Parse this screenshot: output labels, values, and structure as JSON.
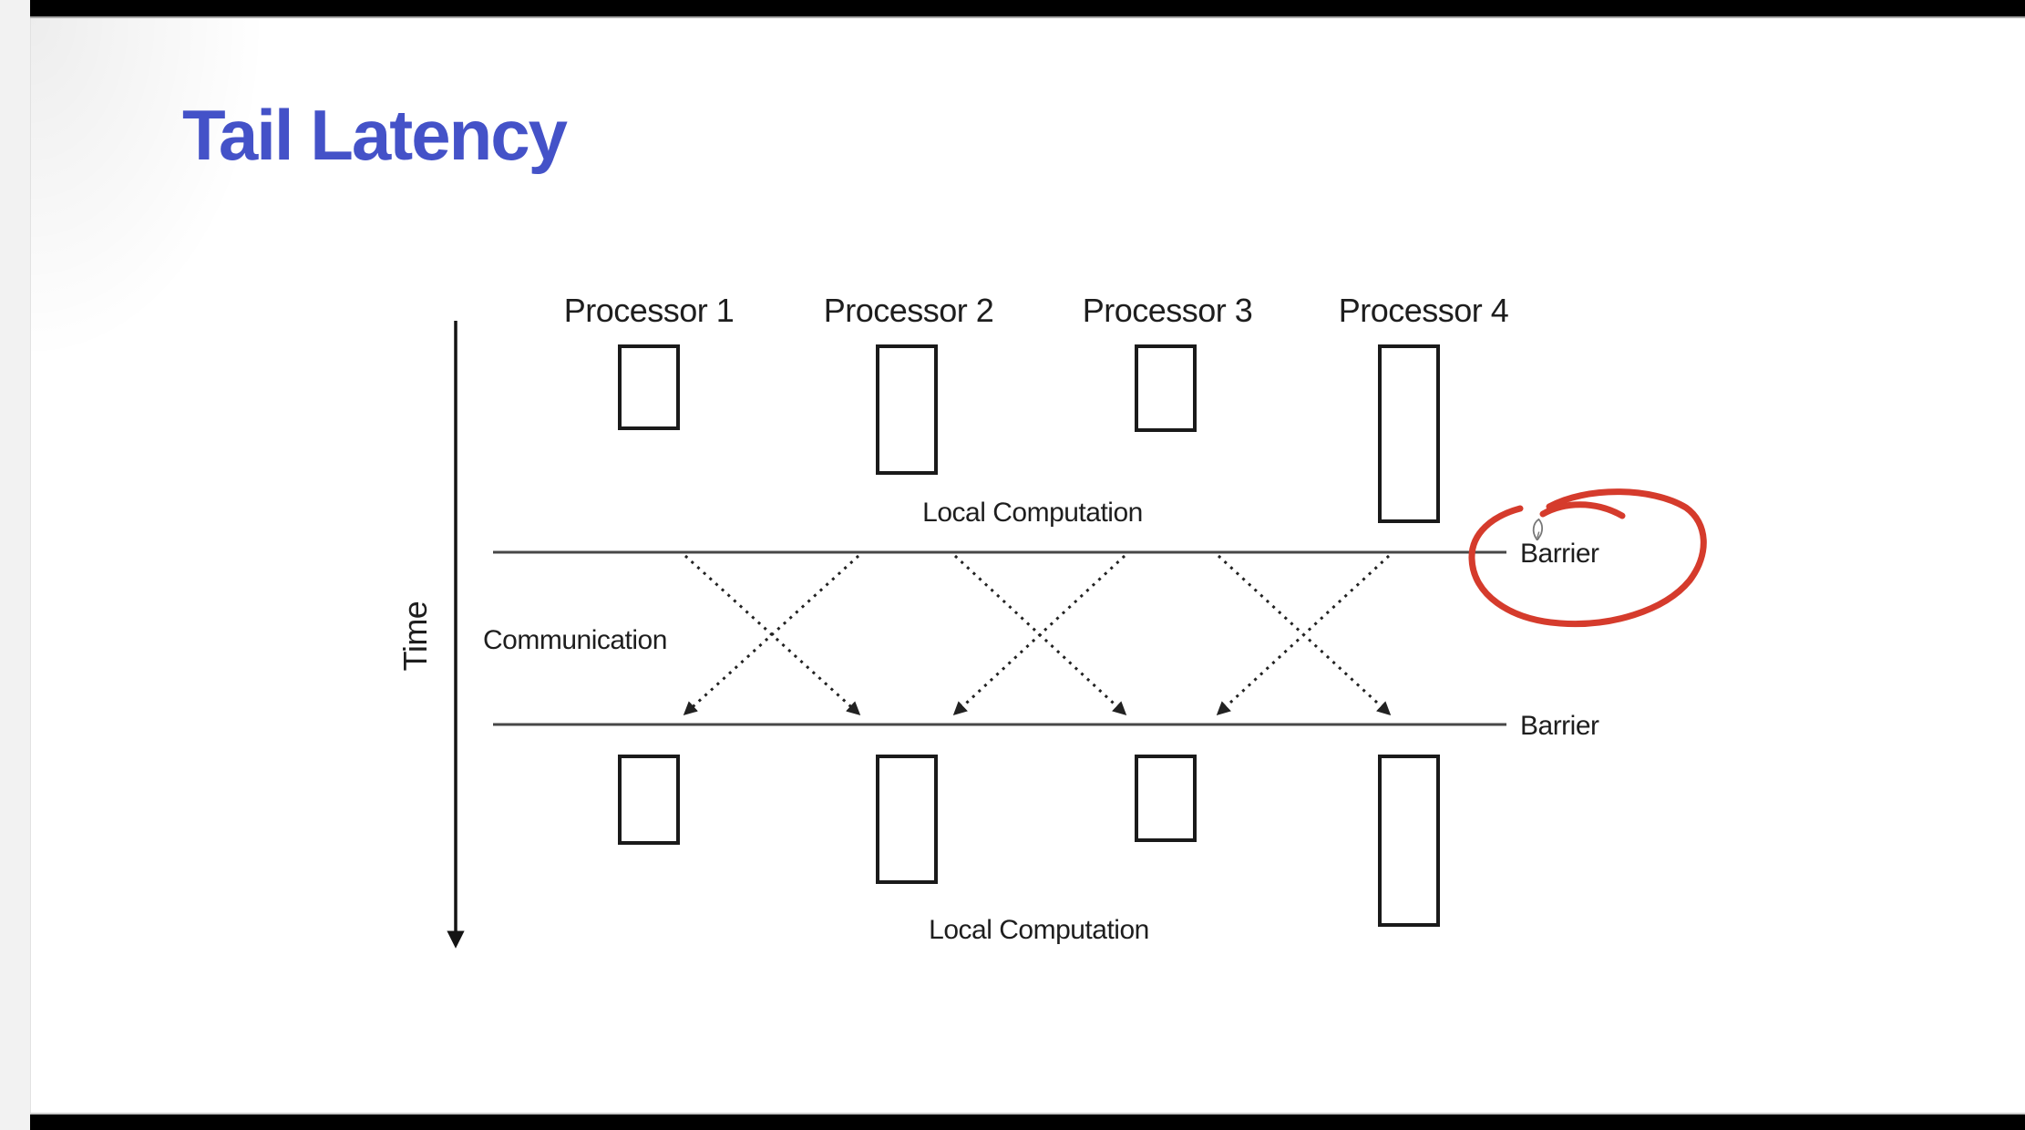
{
  "window": {
    "top_bar_color": "#000000",
    "bottom_bar_color": "#000000",
    "side_strip_color": "#f2f2f2"
  },
  "slide": {
    "title": "Tail Latency",
    "title_color": "#4452c8",
    "background_color": "#ffffff"
  },
  "diagram": {
    "ink_color": "#1a1a1a",
    "time_axis": {
      "label": "Time"
    },
    "processors": [
      {
        "label": "Processor 1"
      },
      {
        "label": "Processor 2"
      },
      {
        "label": "Processor 3"
      },
      {
        "label": "Processor 4"
      }
    ],
    "phase_labels": {
      "local_computation_top": "Local Computation",
      "communication": "Communication",
      "local_computation_bottom": "Local Computation"
    },
    "barriers": [
      {
        "label": "Barrier"
      },
      {
        "label": "Barrier"
      }
    ],
    "annotation": {
      "type": "hand-drawn-circle",
      "color": "#d53b2c",
      "icon": "pencil-icon",
      "target": "Barrier"
    }
  }
}
